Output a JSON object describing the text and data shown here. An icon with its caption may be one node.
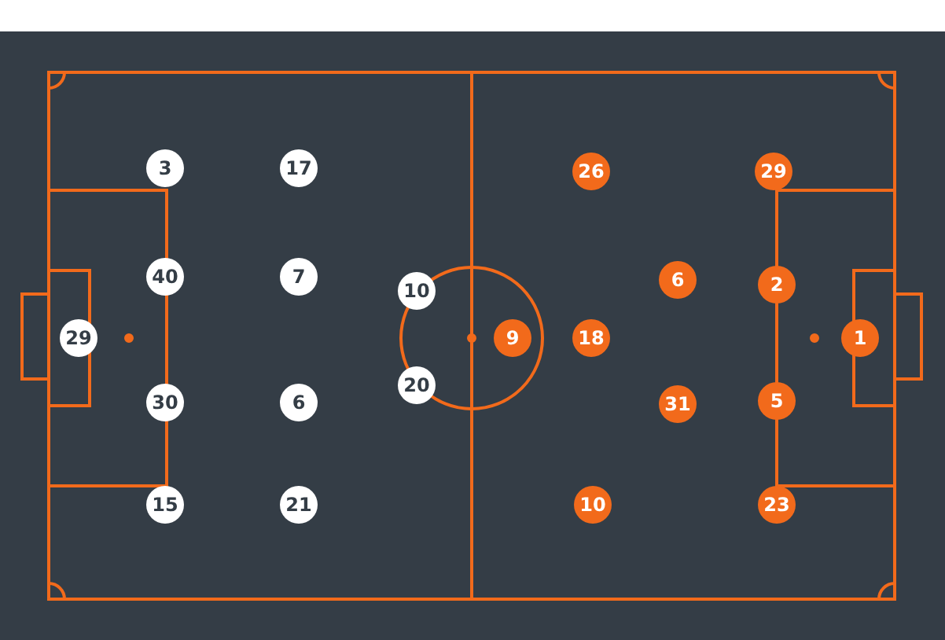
{
  "diagram": {
    "nodes": [
      {
        "text": [
          "3"
        ]
      },
      {
        "text": [
          "17"
        ]
      },
      {
        "text": [
          "26"
        ]
      },
      {
        "text": [
          "29"
        ]
      },
      {
        "text": [
          "40"
        ]
      },
      {
        "text": [
          "7"
        ]
      },
      {
        "text": [
          "6"
        ]
      },
      {
        "text": [
          "2"
        ]
      },
      {
        "text": [
          "10"
        ]
      },
      {
        "text": [
          "29"
        ]
      },
      {
        "text": [
          "9"
        ]
      },
      {
        "text": [
          "18"
        ]
      },
      {
        "text": [
          "1"
        ]
      },
      {
        "text": [
          "20"
        ]
      },
      {
        "text": [
          "5"
        ]
      },
      {
        "text": [
          "30"
        ]
      },
      {
        "text": [
          "6"
        ]
      },
      {
        "text": [
          "31"
        ]
      },
      {
        "text": [
          "15"
        ]
      },
      {
        "text": [
          "21"
        ]
      },
      {
        "text": [
          "10"
        ]
      },
      {
        "text": [
          "23"
        ]
      }
    ]
  }
}
